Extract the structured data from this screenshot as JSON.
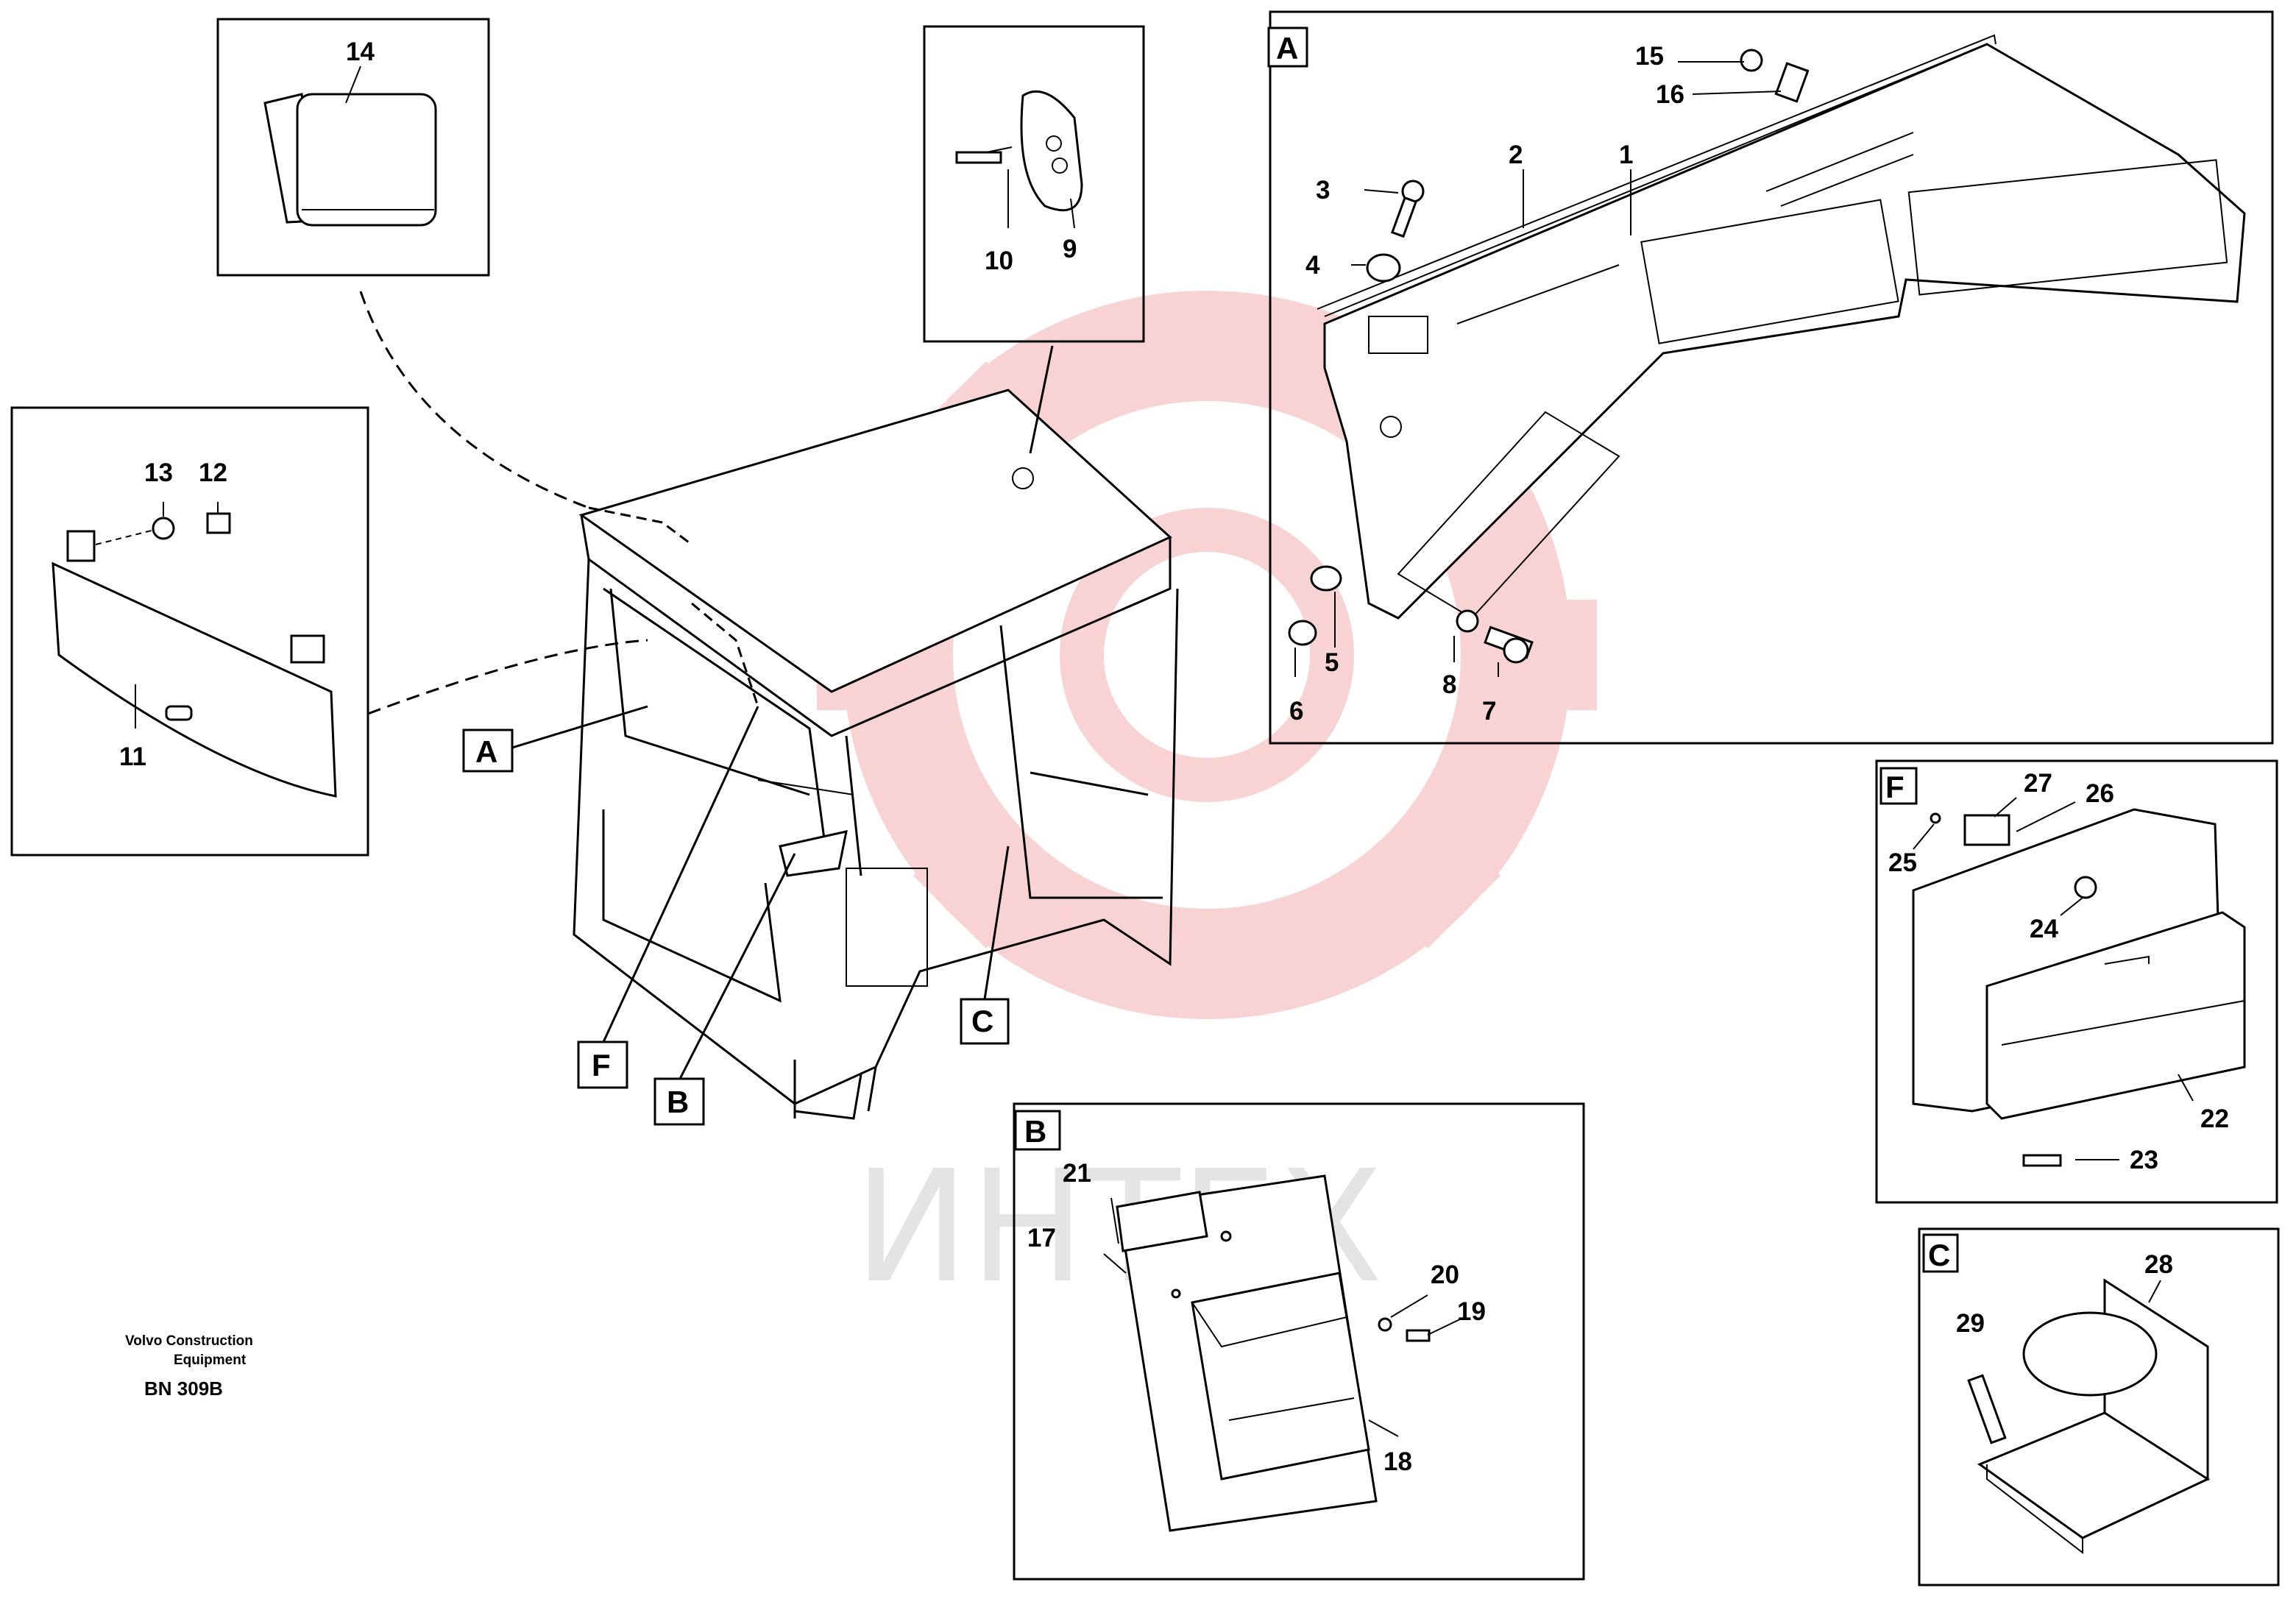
{
  "colors": {
    "ink": "#000000",
    "watermark_gear": "#f2a0a0",
    "watermark_text": "#cfcfcf",
    "background": "#ffffff"
  },
  "watermark": {
    "text": "ИНТЕХ"
  },
  "caption": {
    "line1": "Volvo Construction",
    "line2": "Equipment",
    "code": "BN 309B"
  },
  "callouts": {
    "c1": "1",
    "c2": "2",
    "c3": "3",
    "c4": "4",
    "c5": "5",
    "c6": "6",
    "c7": "7",
    "c8": "8",
    "c9": "9",
    "c10": "10",
    "c11": "11",
    "c12": "12",
    "c13": "13",
    "c14": "14",
    "c15": "15",
    "c16": "16",
    "c17": "17",
    "c18": "18",
    "c19": "19",
    "c20": "20",
    "c21": "21",
    "c22": "22",
    "c23": "23",
    "c24": "24",
    "c25": "25",
    "c26": "26",
    "c27": "27",
    "c28": "28",
    "c29": "29"
  },
  "detail_tags": {
    "A_main": "A",
    "F_main": "F",
    "B_main": "B",
    "C_main": "C",
    "A_panel": "A",
    "F_panel": "F",
    "B_panel": "B",
    "C_panel": "C"
  }
}
